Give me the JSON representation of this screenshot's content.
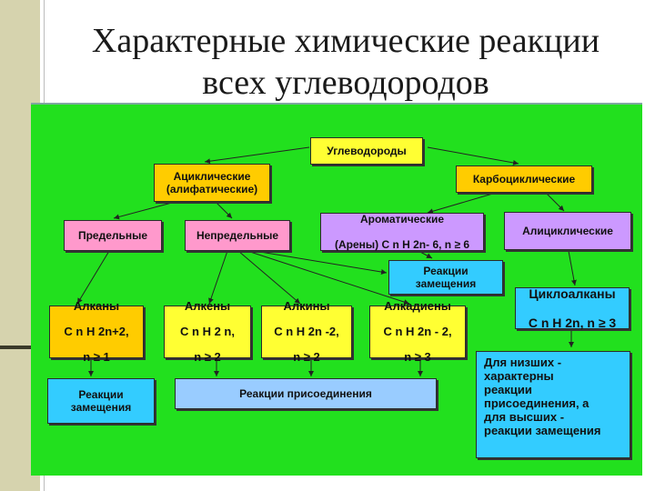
{
  "slide": {
    "title_line1": "Характерные химические реакции",
    "title_line2": "всех углеводородов"
  },
  "nodes": {
    "hydrocarbons": "Углеводороды",
    "acyclic": "Ациклические\n(алифатические)",
    "carbocyclic": "Карбоциклические",
    "saturated": "Предельные",
    "unsaturated": "Непредельные",
    "aromatic_line1": "Ароматические",
    "aromatic_line2": "(Арены) С n H 2n- 6, n ≥ 6",
    "alicyclic": "Алициклические",
    "substitution_top": "Реакции\nзамещения",
    "cycloalkanes_line1": "Циклоалканы",
    "cycloalkanes_line2": "С n H 2n, n ≥ 3",
    "alkanes_name": "Алканы",
    "alkanes_formula": "С n H 2n+2,",
    "alkanes_cond": "n ≥ 1",
    "alkenes_name": "Алкены",
    "alkenes_formula": "С n H 2 n,",
    "alkenes_cond": "n ≥ 2",
    "alkynes_name": "Алкины",
    "alkynes_formula": "С n H 2n -2,",
    "alkynes_cond": "n ≥ 2",
    "alkadienes_name": "Алкадиены",
    "alkadienes_formula": "С n H 2n - 2,",
    "alkadienes_cond": "n ≥ 3",
    "substitution_bottom": "Реакции\nзамещения",
    "addition": "Реакции присоединения",
    "cyclo_note": "Для низших -\nхарактерны\nреакции\nприсоединения, а\nдля высших -\nреакции замещения"
  },
  "colors": {
    "panel": "#22e01e",
    "yellow": "#ffff33",
    "orange": "#ffcc00",
    "pink": "#ff99cc",
    "violet": "#cc99ff",
    "cyan": "#33ccff",
    "lightblue": "#99ccff"
  }
}
